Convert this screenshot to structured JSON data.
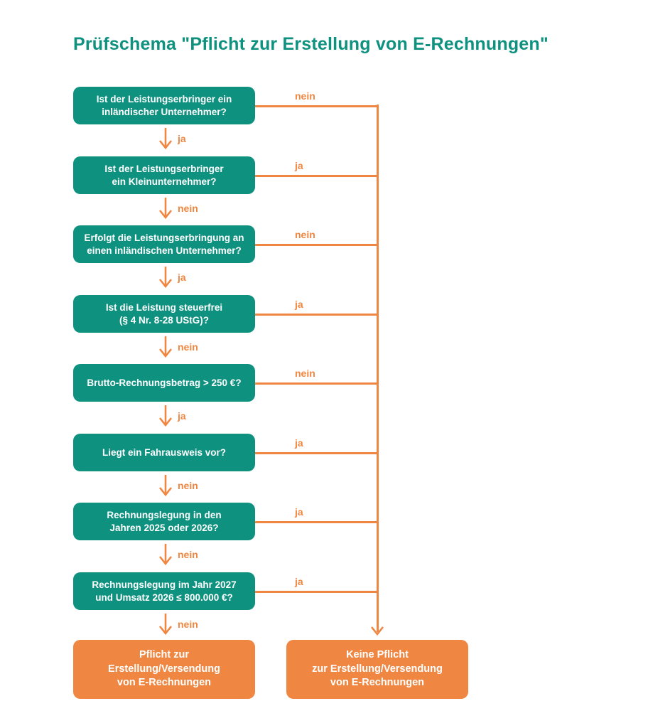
{
  "title": "Prüfschema \"Pflicht zur Erstellung von E-Rechnungen\"",
  "colors": {
    "teal": "#0f9180",
    "orange": "#ef8742"
  },
  "steps": [
    {
      "question": "Ist der Leistungserbringer ein\ninländischer Unternehmer?",
      "down_label": "ja",
      "branch_label": "nein"
    },
    {
      "question": "Ist der Leistungserbringer\nein Kleinunternehmer?",
      "down_label": "nein",
      "branch_label": "ja"
    },
    {
      "question": "Erfolgt die Leistungserbringung an\neinen inländischen Unternehmer?",
      "down_label": "ja",
      "branch_label": "nein"
    },
    {
      "question": "Ist die Leistung steuerfrei\n(§ 4 Nr. 8-28 UStG)?",
      "down_label": "nein",
      "branch_label": "ja"
    },
    {
      "question": "Brutto-Rechnungsbetrag > 250 €?",
      "down_label": "ja",
      "branch_label": "nein"
    },
    {
      "question": "Liegt ein Fahrausweis vor?",
      "down_label": "nein",
      "branch_label": "ja"
    },
    {
      "question": "Rechnungslegung in den\nJahren 2025 oder 2026?",
      "down_label": "nein",
      "branch_label": "ja"
    },
    {
      "question": "Rechnungslegung im Jahr 2027\nund Umsatz 2026 ≤ 800.000 €?",
      "down_label": "nein",
      "branch_label": "ja"
    }
  ],
  "results": {
    "obligation": "Pflicht zur\nErstellung/Versendung\nvon E-Rechnungen",
    "no_obligation": "Keine Pflicht\nzur Erstellung/Versendung\nvon E-Rechnungen"
  }
}
